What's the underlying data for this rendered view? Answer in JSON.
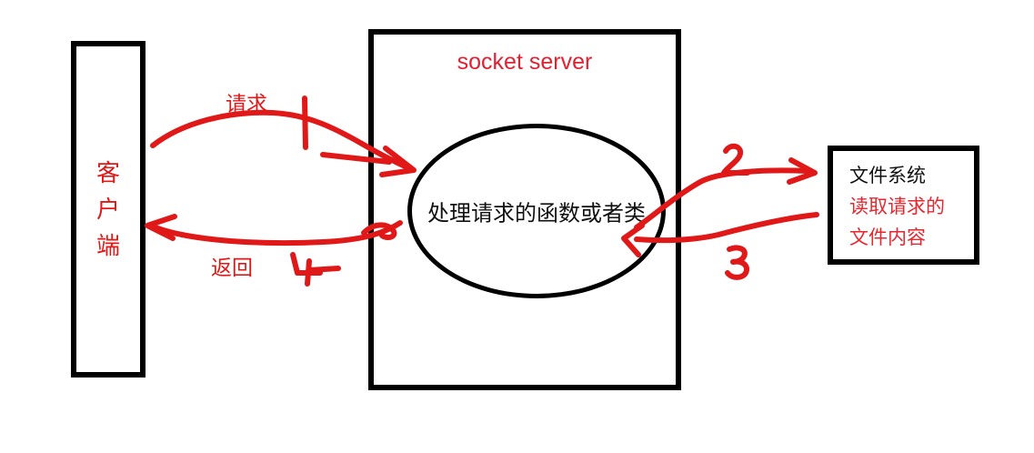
{
  "diagram": {
    "background_color": "#ffffff",
    "ink_color": "#e01818",
    "outline_color": "#000000"
  },
  "client": {
    "label": "客\n户\n端",
    "label_plain": "客户端",
    "text_color": "#e01818"
  },
  "server": {
    "title": "socket server",
    "title_color": "#de2233",
    "handler": {
      "label": "处理请求的函数或者类",
      "text_color": "#111111"
    }
  },
  "filesystem": {
    "lines": [
      {
        "text": "文件系统",
        "color": "#111111"
      },
      {
        "text": "读取请求的",
        "color": "#e8262f"
      },
      {
        "text": "文件内容",
        "color": "#e8262f"
      }
    ]
  },
  "annotations": {
    "request_label": "请求",
    "return_label": "返回",
    "step_1": "1",
    "step_2": "2",
    "step_3": "3",
    "step_4": "4"
  }
}
